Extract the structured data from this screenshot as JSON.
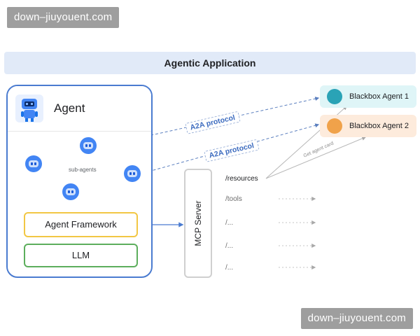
{
  "watermark": {
    "top": "down–jiuyouent.com",
    "bottom": "down–jiuyouent.com"
  },
  "banner": {
    "title": "Agentic Application"
  },
  "agent": {
    "title": "Agent",
    "sub_agents_label": "sub-agents",
    "framework_label": "Agent Framework",
    "llm_label": "LLM"
  },
  "mcp": {
    "label": "MCP Server",
    "resources": [
      "/resources",
      "/tools",
      "/...",
      "/...",
      "/..."
    ]
  },
  "external_agents": [
    {
      "name": "Blackbox Agent 1",
      "icon": "robot-teal-icon"
    },
    {
      "name": "Blackbox Agent 2",
      "icon": "cat-orange-icon"
    }
  ],
  "edges": {
    "a2a_label_1": "A2A protocol",
    "a2a_label_2": "A2A protocol",
    "agent_card_label": "Get agent card"
  },
  "colors": {
    "agent_border": "#4a7bd0",
    "framework_border": "#f2c744",
    "llm_border": "#5cae5c",
    "banner_bg": "#e1eaf8",
    "bot_blue": "#4285f4"
  }
}
